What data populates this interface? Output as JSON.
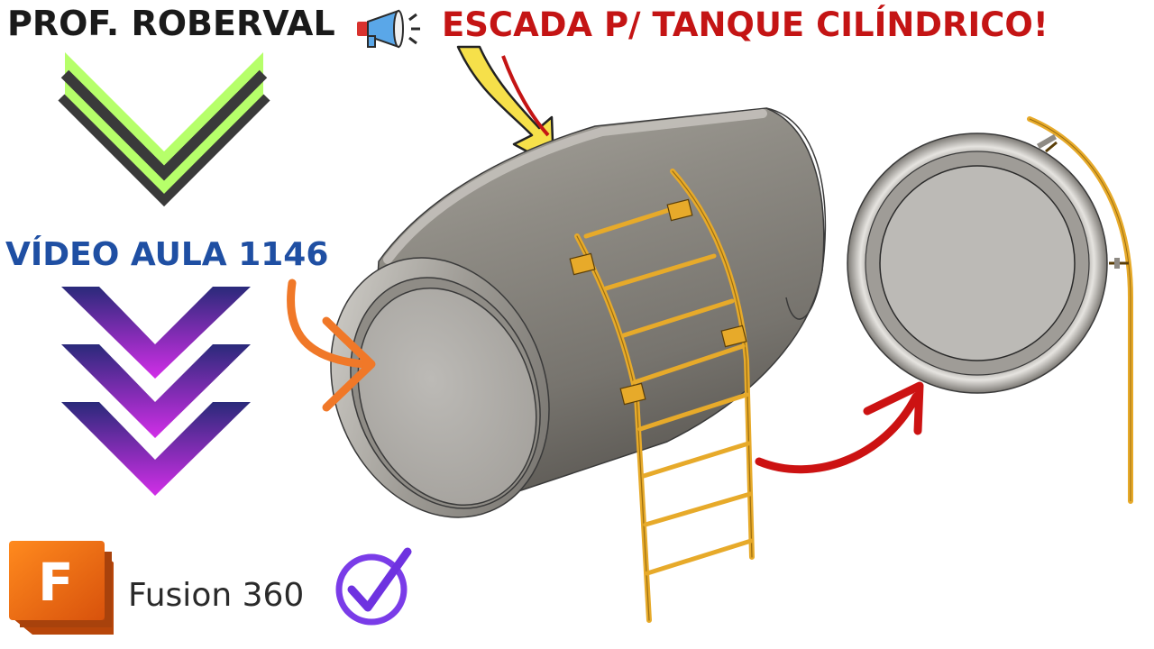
{
  "header": {
    "author": "PROF. ROBERVAL",
    "headline": "ESCADA P/ TANQUE CILÍNDRICO!"
  },
  "lesson": {
    "label": "VÍDEO AULA 1146"
  },
  "brand": {
    "logo_letter": "F",
    "name": "Fusion 360"
  },
  "icons": {
    "megaphone": "megaphone-icon",
    "check": "check-circle-icon"
  },
  "colors": {
    "headline": "#c41414",
    "lesson": "#1f4fa3",
    "green_chevron": "#b6ff6a",
    "purple_chevron": "#c12ee6",
    "ladder": "#e7aa2a",
    "arrow_orange": "#f07828",
    "arrow_red": "#cc1212",
    "arrow_yellow": "#f6e04a"
  }
}
